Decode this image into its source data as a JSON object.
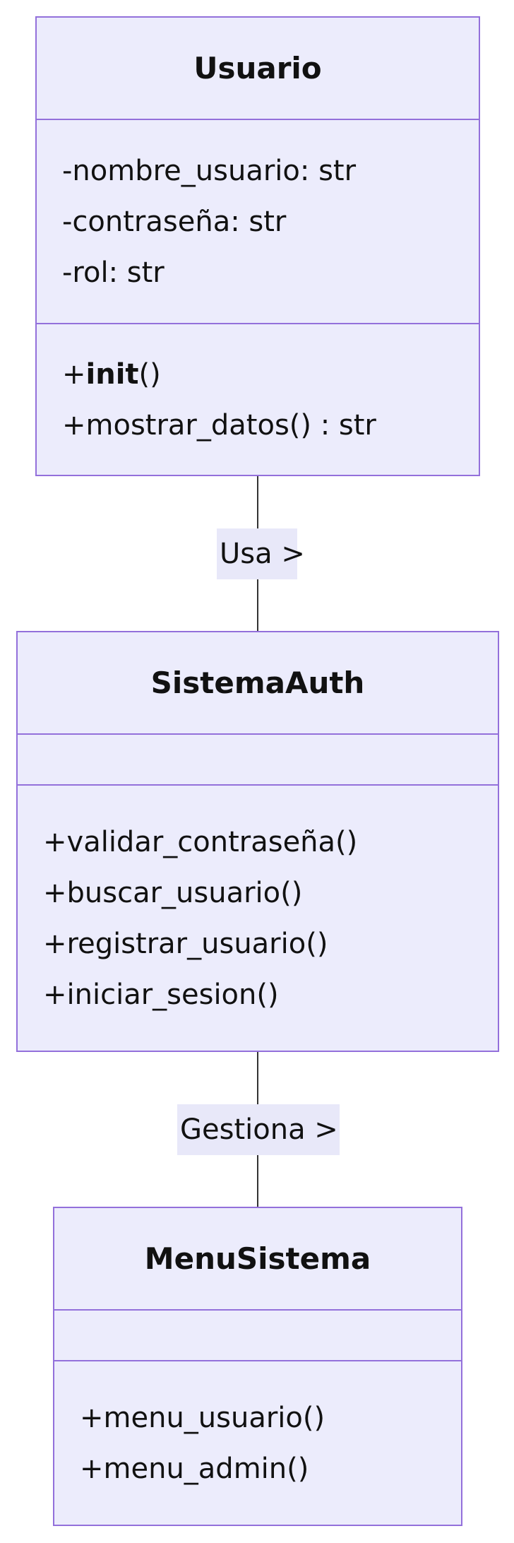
{
  "classes": {
    "usuario": {
      "name": "Usuario",
      "attributes": [
        "-nombre_usuario: str",
        "-contraseña: str",
        "-rol: str"
      ],
      "methods": [
        {
          "prefix": "+",
          "bold": "init",
          "suffix": "()"
        },
        {
          "prefix": "+mostrar_datos() : str",
          "bold": "",
          "suffix": ""
        }
      ]
    },
    "sistema_auth": {
      "name": "SistemaAuth",
      "attributes": [],
      "methods": [
        "+validar_contraseña()",
        "+buscar_usuario()",
        "+registrar_usuario()",
        "+iniciar_sesion()"
      ]
    },
    "menu_sistema": {
      "name": "MenuSistema",
      "attributes": [],
      "methods": [
        "+menu_usuario()",
        "+menu_admin()"
      ]
    }
  },
  "relations": {
    "usa": {
      "label": "Usa >"
    },
    "gestiona": {
      "label": "Gestiona >"
    }
  },
  "colors": {
    "fill": "#ececfc",
    "border": "#9370db",
    "line": "#333333",
    "label_bg": "#e8e8f9"
  }
}
